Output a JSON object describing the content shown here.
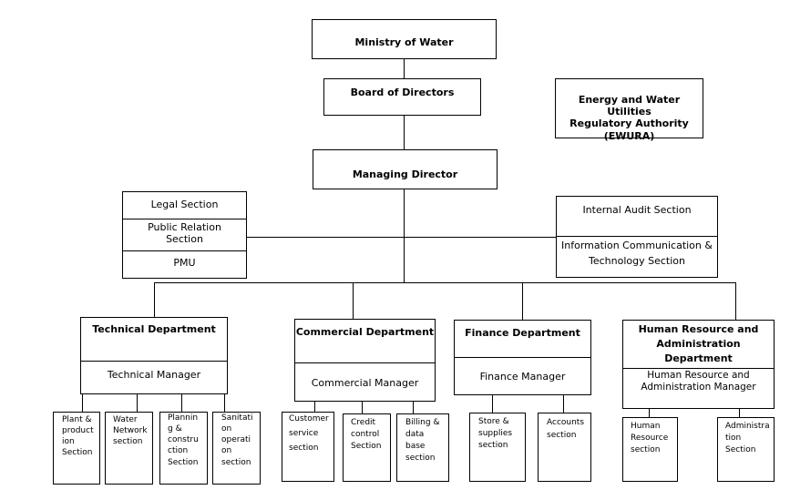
{
  "top": {
    "ministry": "Ministry of Water",
    "board": "Board of Directors",
    "ewura": "Energy and Water Utilities\nRegulatory Authority\n(EWURA)",
    "md": "Managing Director"
  },
  "left_group": {
    "legal": "Legal Section",
    "public_relation": "Public Relation\nSection",
    "pmu": "PMU"
  },
  "right_group": {
    "audit": "Internal Audit Section",
    "ict": "Information Communication &\nTechnology Section"
  },
  "departments": [
    {
      "name": "Technical Department",
      "manager": "Technical Manager",
      "sections": [
        "Plant &\nproduct\nion\nSection",
        "Water\nNetwork\nsection",
        "Plannin\ng &\nconstru\nction\nSection",
        "Sanitati\non\noperati\non\nsection"
      ]
    },
    {
      "name": "Commercial Department",
      "manager": "Commercial Manager",
      "sections": [
        "Customer\nservice\nsection",
        "Credit\ncontrol\nSection",
        "Billing &\ndata\nbase\nsection"
      ]
    },
    {
      "name": "Finance Department",
      "manager": "Finance Manager",
      "sections": [
        "Store &\nsupplies\nsection",
        "Accounts\nsection"
      ]
    },
    {
      "name": "Human Resource and\nAdministration Department",
      "manager": "Human Resource and\nAdministration Manager",
      "sections": [
        "Human\nResource\nsection",
        "Administra\ntion\nSection"
      ]
    }
  ]
}
